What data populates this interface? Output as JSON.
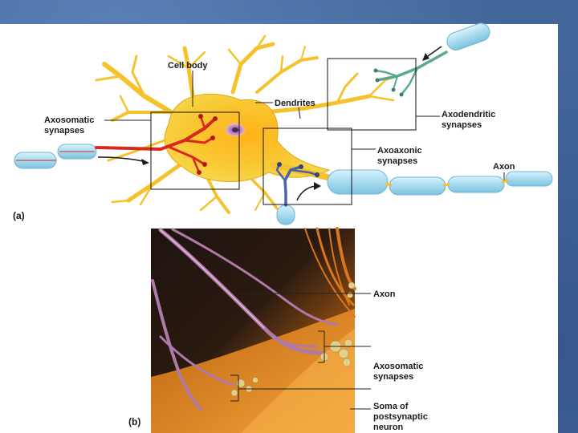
{
  "panel_a": {
    "tag": "(a)",
    "labels": {
      "cell_body": "Cell body",
      "dendrites": "Dendrites",
      "axosomatic_1": "Axosomatic",
      "axosomatic_2": "synapses",
      "axodendritic_1": "Axodendritic",
      "axodendritic_2": "synapses",
      "axoaxonic_1": "Axoaxonic",
      "axoaxonic_2": "synapses",
      "axon": "Axon"
    }
  },
  "panel_b": {
    "tag": "(b)",
    "labels": {
      "axon": "Axon",
      "axosomatic_1": "Axosomatic",
      "axosomatic_2": "synapses",
      "soma_1": "Soma of",
      "soma_2": "postsynaptic",
      "soma_3": "neuron"
    }
  },
  "colors": {
    "slide_bg": "#44679b",
    "cell_body": "#f7c62f",
    "myelin": "#a9dcef",
    "axosomatic_axon": "#d8281f",
    "axodendritic_axon": "#5aa88f",
    "axoaxonic_axon": "#4a62a8"
  }
}
